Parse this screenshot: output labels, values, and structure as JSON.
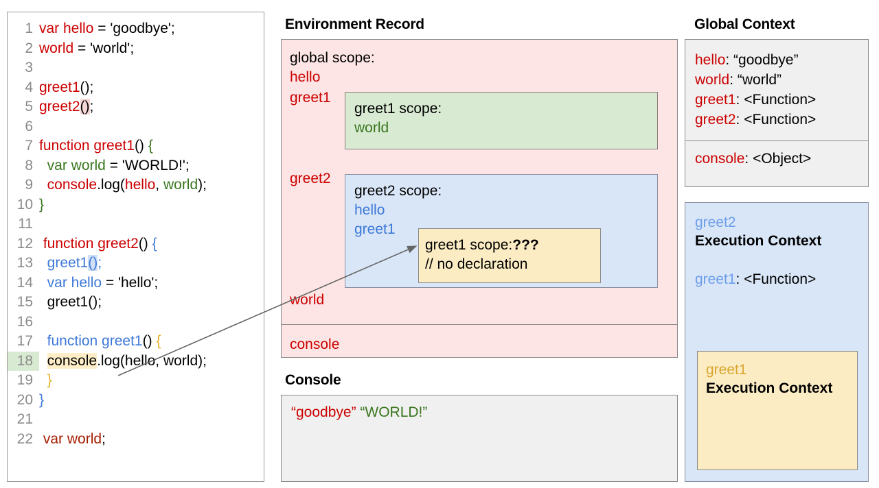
{
  "code_panel": {
    "lines": [
      {
        "num": "1",
        "tokens": [
          {
            "t": "var hello",
            "c": "red"
          },
          {
            "t": " = 'goodbye';",
            "c": "black"
          }
        ]
      },
      {
        "num": "2",
        "tokens": [
          {
            "t": "world",
            "c": "red"
          },
          {
            "t": " = 'world';",
            "c": "black"
          }
        ]
      },
      {
        "num": "3",
        "tokens": []
      },
      {
        "num": "4",
        "tokens": [
          {
            "t": "greet1",
            "c": "red"
          },
          {
            "t": "();",
            "c": "black"
          }
        ]
      },
      {
        "num": "5",
        "tokens": [
          {
            "t": "greet2",
            "c": "red"
          },
          {
            "t": "()",
            "c": "black",
            "hl": "pink"
          },
          {
            "t": ";",
            "c": "black"
          }
        ]
      },
      {
        "num": "6",
        "tokens": []
      },
      {
        "num": "7",
        "tokens": [
          {
            "t": "function greet1",
            "c": "red"
          },
          {
            "t": "() ",
            "c": "black"
          },
          {
            "t": "{",
            "c": "green"
          }
        ]
      },
      {
        "num": "8",
        "tokens": [
          {
            "t": "  ",
            "c": "black"
          },
          {
            "t": "var world",
            "c": "green"
          },
          {
            "t": " = 'WORLD!';",
            "c": "black"
          }
        ]
      },
      {
        "num": "9",
        "tokens": [
          {
            "t": "  ",
            "c": "black"
          },
          {
            "t": "console",
            "c": "red"
          },
          {
            "t": ".log(",
            "c": "black"
          },
          {
            "t": "hello",
            "c": "red"
          },
          {
            "t": ", ",
            "c": "black"
          },
          {
            "t": "world",
            "c": "green"
          },
          {
            "t": ");",
            "c": "black"
          }
        ]
      },
      {
        "num": "10",
        "tokens": [
          {
            "t": "}",
            "c": "green"
          }
        ]
      },
      {
        "num": "11",
        "tokens": []
      },
      {
        "num": "12",
        "tokens": [
          {
            "t": " ",
            "c": "black"
          },
          {
            "t": "function greet2",
            "c": "red"
          },
          {
            "t": "() ",
            "c": "black"
          },
          {
            "t": "{",
            "c": "blue"
          }
        ]
      },
      {
        "num": "13",
        "tokens": [
          {
            "t": " ",
            "c": "black"
          },
          {
            "t": " greet1",
            "c": "blue"
          },
          {
            "t": "()",
            "c": "blue",
            "hl": "blue"
          },
          {
            "t": ";",
            "c": "blue"
          }
        ]
      },
      {
        "num": "14",
        "tokens": [
          {
            "t": "  ",
            "c": "black"
          },
          {
            "t": "var hello",
            "c": "blue"
          },
          {
            "t": " = 'hello';",
            "c": "black"
          }
        ]
      },
      {
        "num": "15",
        "tokens": [
          {
            "t": "  greet1();",
            "c": "black"
          }
        ]
      },
      {
        "num": "16",
        "tokens": []
      },
      {
        "num": "17",
        "tokens": [
          {
            "t": "  ",
            "c": "black"
          },
          {
            "t": "function greet1",
            "c": "blue"
          },
          {
            "t": "() ",
            "c": "black"
          },
          {
            "t": "{",
            "c": "gold"
          }
        ]
      },
      {
        "num": "18",
        "tokens": [
          {
            "t": "  ",
            "c": "black"
          },
          {
            "t": "console",
            "c": "black",
            "hl": "yellow"
          },
          {
            "t": ".log(hello, world);",
            "c": "black"
          }
        ],
        "line_hl": "green"
      },
      {
        "num": "19",
        "tokens": [
          {
            "t": "  ",
            "c": "black"
          },
          {
            "t": "}",
            "c": "gold"
          }
        ]
      },
      {
        "num": "20",
        "tokens": [
          {
            "t": "}",
            "c": "blue"
          }
        ]
      },
      {
        "num": "21",
        "tokens": []
      },
      {
        "num": "22",
        "tokens": [
          {
            "t": " ",
            "c": "black"
          },
          {
            "t": "var world",
            "c": "dred"
          },
          {
            "t": ";",
            "c": "black"
          }
        ]
      }
    ]
  },
  "environment_record": {
    "title": "Environment Record",
    "global_scope_label": "global scope:",
    "bindings": [
      "hello",
      "greet1",
      "greet2",
      "world"
    ],
    "console_binding": "console",
    "greet1_scope": {
      "header": "greet1 scope:",
      "vars": [
        "world"
      ]
    },
    "greet2_scope": {
      "header": "greet2 scope:",
      "vars": [
        "hello",
        "greet1"
      ],
      "inner_greet1": {
        "header": "greet1 scope:",
        "unknown": "???",
        "comment": "// no declaration"
      }
    }
  },
  "console": {
    "title": "Console",
    "output": [
      {
        "text": "“goodbye”",
        "color": "#cc0000"
      },
      {
        "text": "“WORLD!”",
        "color": "#38761d"
      }
    ],
    "output_plain": "“goodbye” “WORLD!”"
  },
  "global_context": {
    "title": "Global Context",
    "rows": [
      {
        "key": "hello",
        "value": "“goodbye”"
      },
      {
        "key": "world",
        "value": "“world”"
      },
      {
        "key": "greet1",
        "value": "<Function>"
      },
      {
        "key": "greet2",
        "value": "<Function>"
      }
    ],
    "console_row": {
      "key": "console",
      "value": "<Object>"
    }
  },
  "greet2_execution_context": {
    "name": "greet2",
    "subtitle": "Execution Context",
    "row": {
      "key": "greet1",
      "value": "<Function>"
    },
    "greet1_execution_context": {
      "name": "greet1",
      "subtitle": "Execution Context"
    }
  },
  "colors": {
    "red": "#cc0000",
    "dark_red": "#a61c00",
    "green": "#38761d",
    "blue": "#3c78d8",
    "light_blue": "#6d9eeb",
    "gold": "#d9a62e",
    "env_bg": "#fce5e4",
    "greet1_scope_bg": "#d9ead3",
    "greet2_scope_bg": "#d9e6f7",
    "inner_bg": "#fcecc4",
    "console_bg": "#f0f0f0"
  }
}
